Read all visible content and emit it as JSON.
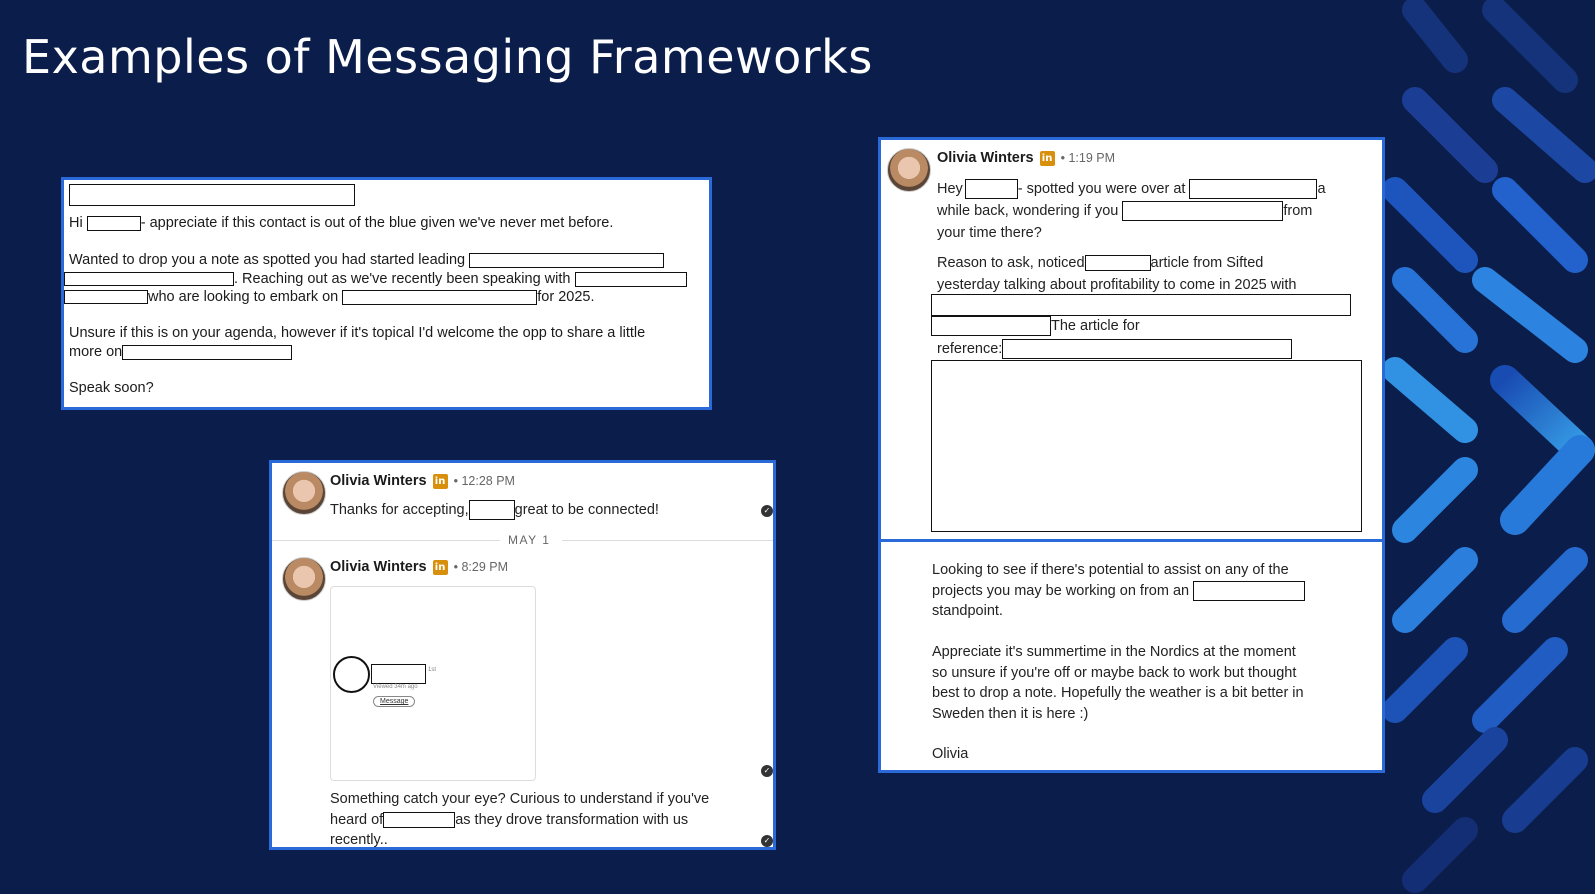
{
  "slide": {
    "title": "Examples of Messaging Frameworks"
  },
  "email": {
    "line1_hi": "Hi",
    "line1_rest": "- appreciate if this contact is out of the blue given we've never met before.",
    "line2_a": "Wanted to drop you a note as spotted you had started leading",
    "line2_b": ". Reaching out as we've recently been speaking with",
    "line2_c": "who are looking to embark on",
    "line2_d": "for 2025.",
    "line3_a": "Unsure if this is on your agenda, however if it's topical I'd welcome the opp to share a little",
    "line3_b": "more on",
    "line4": "Speak soon?"
  },
  "chat_left": {
    "msg1": {
      "name": "Olivia Winters",
      "time": "12:28 PM",
      "text_a": "Thanks for accepting,",
      "text_b": "great to be connected!"
    },
    "date_divider": "MAY 1",
    "msg2": {
      "name": "Olivia Winters",
      "time": "8:29 PM",
      "preview_degree": "1st",
      "preview_viewed": "Viewed 34m ago",
      "preview_button": "Message",
      "text_a": "Something catch your eye? Curious to understand if you've",
      "text_b": "heard of",
      "text_c": "as they drove transformation with us",
      "text_d": "recently.."
    },
    "linkedin_icon": "in"
  },
  "chat_right": {
    "name": "Olivia Winters",
    "time": "1:19 PM",
    "linkedin_icon": "in",
    "p1_a": "Hey",
    "p1_b": "- spotted you were over at",
    "p1_c": "a",
    "p1_d": "while back, wondering if you",
    "p1_e": "from",
    "p1_f": "your time there?",
    "p2_a": "Reason to ask, noticed",
    "p2_b": "article from Sifted",
    "p2_c": "yesterday talking about profitability to come in 2025 with",
    "p2_d": "The article for",
    "p2_e": "reference:"
  },
  "chat_right_lower": {
    "p1_a": "Looking to see if there's potential to assist on any of the",
    "p1_b": "projects you may be working on from an",
    "p1_c": "standpoint.",
    "p2_a": "Appreciate it's summertime in the Nordics at the moment",
    "p2_b": "so unsure if you're off or maybe back to work but thought",
    "p2_c": "best to drop a note. Hopefully the weather is a bit better in",
    "p2_d": "Sweden then it is here :)",
    "sign": "Olivia"
  }
}
